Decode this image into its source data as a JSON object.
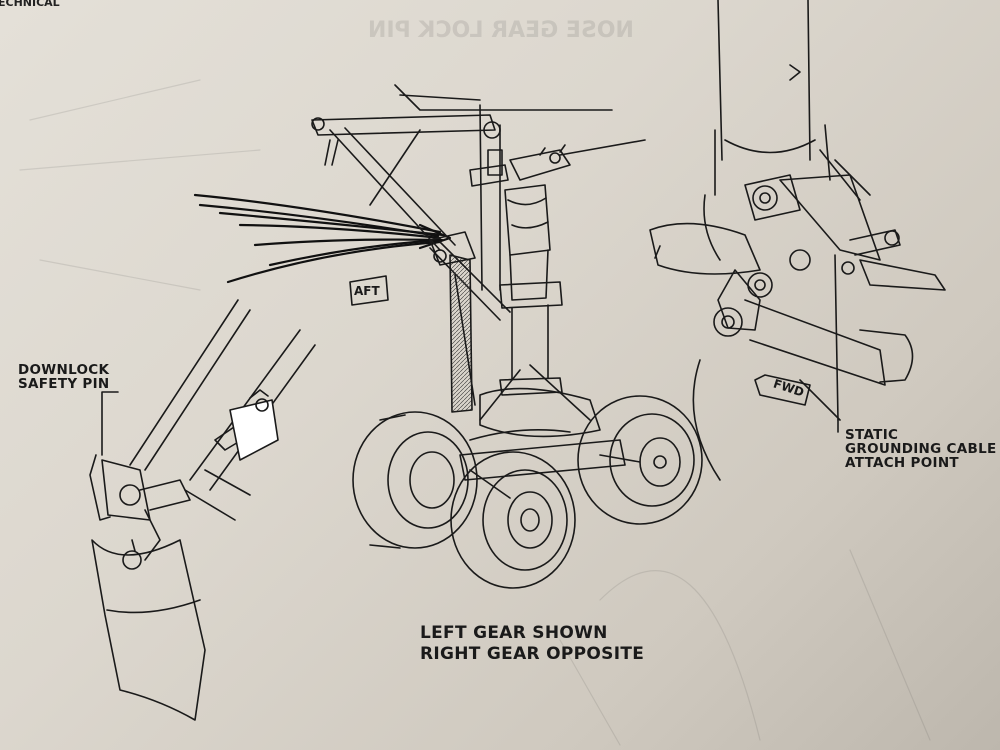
{
  "header": {
    "text": "ECHNICAL"
  },
  "ghost_title": "NOSE GEAR LOCK PIN",
  "labels": {
    "downlock_safety_pin": "DOWNLOCK\nSAFETY PIN",
    "static_grounding": "STATIC\nGROUNDING CABLE\nATTACH POINT",
    "caption": "LEFT GEAR SHOWN\nRIGHT GEAR OPPOSITE",
    "aft": "AFT",
    "fwd": "FWD"
  },
  "colors": {
    "ink": "#1a1a1a",
    "paper": "#dcd7ce"
  }
}
